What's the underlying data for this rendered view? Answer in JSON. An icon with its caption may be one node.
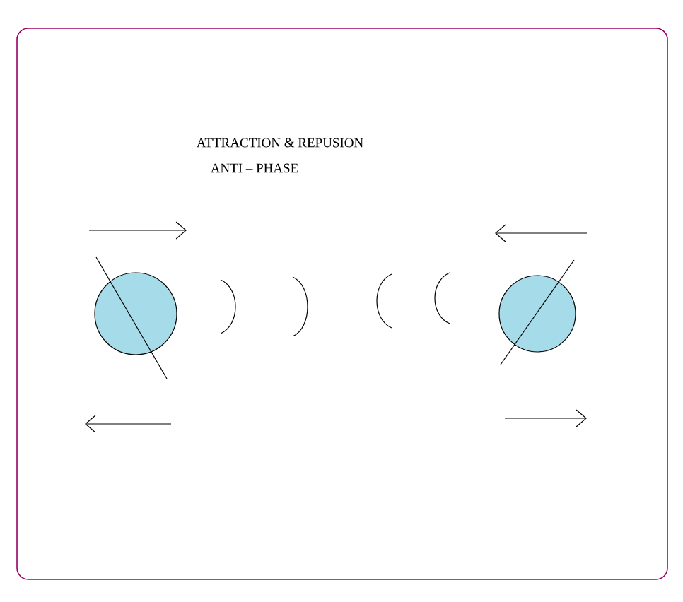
{
  "diagram": {
    "title": "ATTRACTION & REPUSION",
    "nodes": [
      {
        "text": [],
        "shape": "circle"
      },
      {
        "text": [],
        "shape": "circle"
      }
    ],
    "labels": [
      "ANTI – PHASE"
    ]
  }
}
